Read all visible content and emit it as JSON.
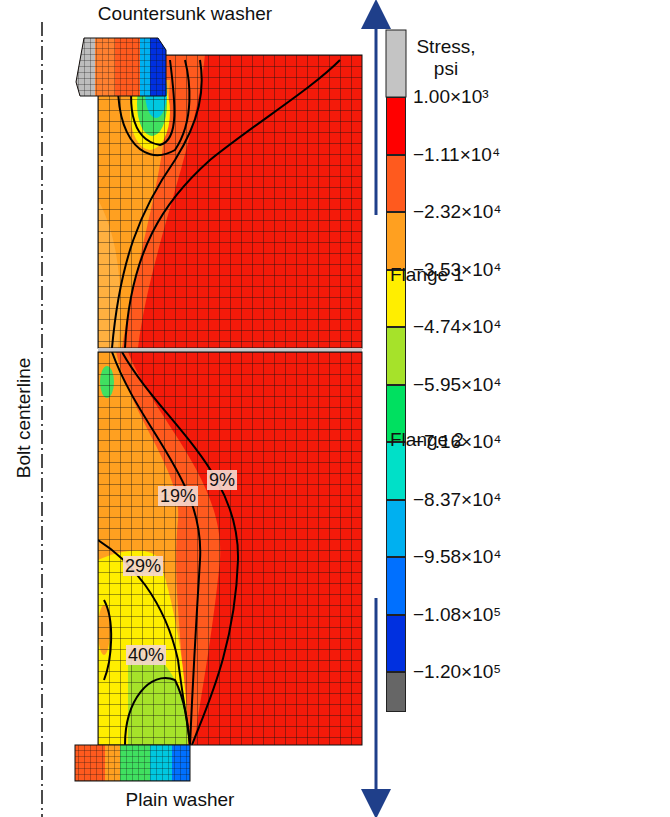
{
  "diagram": {
    "labels": [
      "Countersunk washer",
      "Flange 1",
      "Flange 2",
      "Bolt centerline",
      "Plain washer",
      "Stress, psi",
      "9%",
      "19%",
      "29%",
      "40%"
    ],
    "legend": [
      {
        "text": "1.00×10³",
        "color": "#ff0000"
      },
      {
        "text": "−1.11×10⁴",
        "color": "#ff5a1e"
      },
      {
        "text": "−2.32×10⁴",
        "color": "#ffa020"
      },
      {
        "text": "−3.53×10⁴",
        "color": "#ffee00"
      },
      {
        "text": "−4.74×10⁴",
        "color": "#a6e22a"
      },
      {
        "text": "−5.95×10⁴",
        "color": "#00e060"
      },
      {
        "text": "−7.16×10⁴",
        "color": "#00e0c8"
      },
      {
        "text": "−8.37×10⁴",
        "color": "#00b0f0"
      },
      {
        "text": "−9.58×10⁴",
        "color": "#0070ff"
      },
      {
        "text": "−1.08×10⁵",
        "color": "#0030e0"
      },
      {
        "text": "−1.20×10⁵",
        "color": "#666666"
      }
    ]
  }
}
